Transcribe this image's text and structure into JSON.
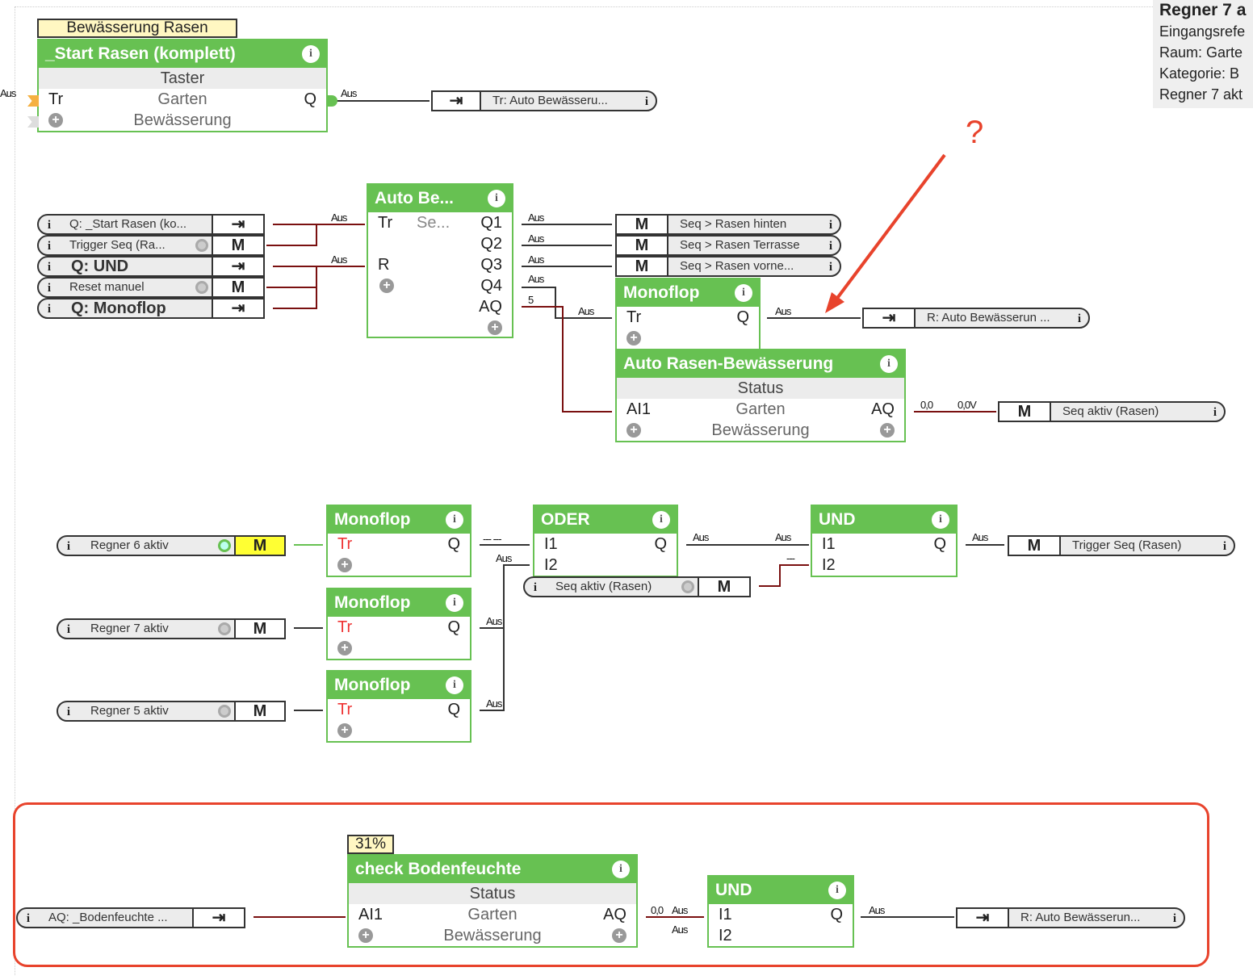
{
  "tooltip": {
    "title": "Regner 7 a",
    "lines": [
      "Eingangsrefe",
      "Raum: Garte",
      "Kategorie: B",
      "Regner 7 akt"
    ]
  },
  "annotation": {
    "question": "?",
    "arrow_color": "#e8432c",
    "highlight_color": "#e8432c"
  },
  "colors": {
    "block_green": "#67c152",
    "wire_active": "#7a1010",
    "wire_off": "#333333"
  },
  "blocks": {
    "start": {
      "note": "Bewässerung Rasen",
      "title": "_Start Rasen (komplett)",
      "type": "Taster",
      "room": "Garten",
      "category": "Bewässerung",
      "in": "Tr",
      "out": "Q",
      "in_value": "Aus",
      "out_value": "Aus"
    },
    "autobe": {
      "title": "Auto Be...",
      "sub": "Se...",
      "inputs": [
        "Tr",
        "R"
      ],
      "outputs": [
        "Q1",
        "Q2",
        "Q3",
        "Q4",
        "AQ"
      ],
      "out_values": [
        "Aus",
        "Aus",
        "Aus",
        "Aus",
        "5"
      ],
      "in_values": [
        "Aus",
        "Aus"
      ]
    },
    "mono1": {
      "title": "Monoflop",
      "in": "Tr",
      "out": "Q",
      "in_value": "Aus",
      "out_value": "Aus"
    },
    "autorasen": {
      "title": "Auto Rasen-Bewässerung",
      "type": "Status",
      "room": "Garten",
      "category": "Bewässerung",
      "in": "AI1",
      "out": "AQ",
      "out_values": [
        "0,0",
        "0,0V"
      ]
    },
    "mono6": {
      "title": "Monoflop",
      "in": "Tr",
      "out": "Q",
      "out_value": "--- ---"
    },
    "mono7": {
      "title": "Monoflop",
      "in": "Tr",
      "out": "Q",
      "out_value": "Aus"
    },
    "mono5": {
      "title": "Monoflop",
      "in": "Tr",
      "out": "Q",
      "out_value": "Aus"
    },
    "oder": {
      "title": "ODER",
      "inputs": [
        "I1",
        "I2"
      ],
      "out": "Q",
      "i2_value": "Aus",
      "out_value": "Aus"
    },
    "und1": {
      "title": "UND",
      "inputs": [
        "I1",
        "I2"
      ],
      "out": "Q",
      "i1_value": "Aus",
      "i2_value": "---",
      "out_value": "Aus"
    },
    "check": {
      "note": "31%",
      "title": "check Bodenfeuchte",
      "type": "Status",
      "room": "Garten",
      "category": "Bewässerung",
      "in": "AI1",
      "out": "AQ",
      "out_value": "0,0"
    },
    "und2": {
      "title": "UND",
      "inputs": [
        "I1",
        "I2"
      ],
      "out": "Q",
      "i1_value": "Aus",
      "i2_value": "Aus",
      "out_value": "Aus"
    }
  },
  "refs": {
    "tr_auto": {
      "text": "Tr: Auto Bewässeru...",
      "icon": "input-icon"
    },
    "left": [
      {
        "text": "Q: _Start Rasen (ko...",
        "box": "output-ref",
        "big": false
      },
      {
        "text": "Trigger Seq (Ra...",
        "box": "M",
        "big": false,
        "radio": true
      },
      {
        "text": "Q: UND",
        "box": "output-ref",
        "big": true
      },
      {
        "text": "Reset manuel",
        "box": "M",
        "big": false,
        "radio": true
      },
      {
        "text": "Q: Monoflop",
        "box": "output-ref",
        "big": true
      }
    ],
    "seq": [
      {
        "box": "M",
        "text": "Seq > Rasen hinten"
      },
      {
        "box": "M",
        "text": "Seq > Rasen Terrasse"
      },
      {
        "box": "M",
        "text": "Seq > Rasen vorne..."
      }
    ],
    "r_auto1": {
      "text": "R: Auto Bewässerun ..."
    },
    "seq_aktiv": {
      "box": "M",
      "text": "Seq aktiv (Rasen)"
    },
    "regner": [
      {
        "text": "Regner 6 aktiv",
        "box": "M",
        "active": true
      },
      {
        "text": "Regner 7 aktiv",
        "box": "M",
        "active": false
      },
      {
        "text": "Regner 5 aktiv",
        "box": "M",
        "active": false
      }
    ],
    "seq_aktiv2": {
      "text": "Seq aktiv (Rasen)",
      "box": "M"
    },
    "trigger": {
      "box": "M",
      "text": "Trigger Seq (Rasen)"
    },
    "bodenfeuchte": {
      "text": "AQ: _Bodenfeuchte ..."
    },
    "r_auto2": {
      "text": "R: Auto Bewässerun..."
    }
  }
}
